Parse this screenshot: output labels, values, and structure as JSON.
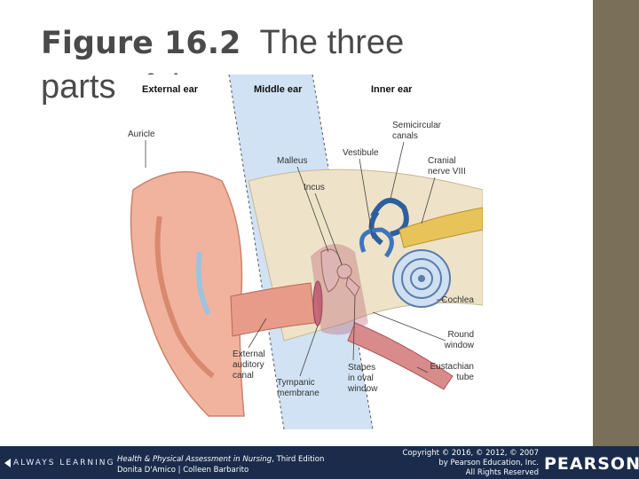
{
  "slide": {
    "title_fig": "Figure 16.2",
    "title_rest": "The three",
    "title_line2": "parts of the ear"
  },
  "figure": {
    "headers": {
      "external": "External ear",
      "middle": "Middle ear",
      "inner": "Inner ear"
    },
    "labels": {
      "auricle": "Auricle",
      "malleus": "Malleus",
      "incus": "Incus",
      "vestibule": "Vestibule",
      "semicircular_1": "Semicircular",
      "semicircular_2": "canals",
      "cranial_1": "Cranial",
      "cranial_2": "nerve VIII",
      "cochlea": "Cochlea",
      "round_1": "Round",
      "round_2": "window",
      "eustachian_1": "Eustachian",
      "eustachian_2": "tube",
      "stapes_1": "Stapes",
      "stapes_2": "in oval",
      "stapes_3": "window",
      "tympanic_1": "Tympanic",
      "tympanic_2": "membrane",
      "external_1": "External",
      "external_2": "auditory",
      "external_3": "canal"
    }
  },
  "footer": {
    "always_learning": "ALWAYS LEARNING",
    "book_title": "Health & Physical Assessment in Nursing",
    "book_edition": ", Third Edition",
    "authors": "Donita D'Amico | Colleen Barbarito",
    "copyright_1": "Copyright © 2016, © 2012, © 2007",
    "copyright_2": "by Pearson Education, Inc.",
    "copyright_3": "All Rights Reserved",
    "brand": "PEARSON"
  },
  "colors": {
    "footer_bg": "#1a2b4c",
    "side_bar": "#7a6f58",
    "title_text": "#4a4a4a"
  }
}
